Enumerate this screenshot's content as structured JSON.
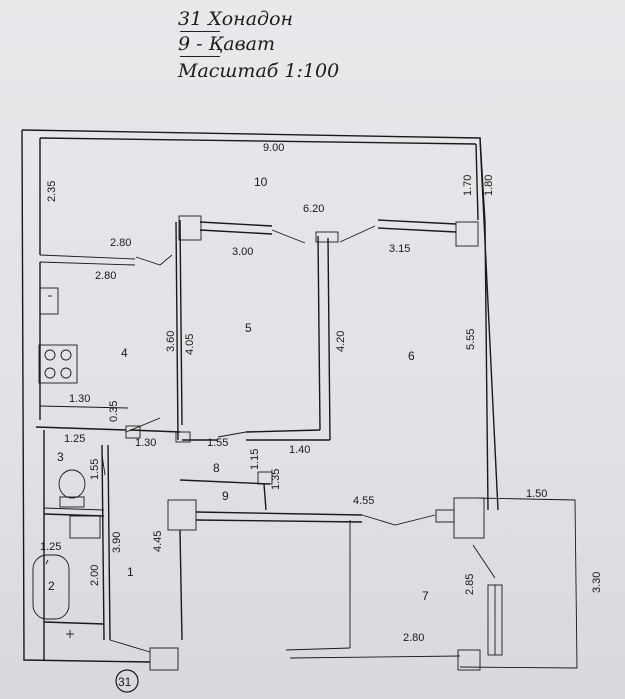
{
  "header": {
    "apartment": "31  Хонадон",
    "floor": "9 -  Қават",
    "scale": "Масштаб 1:100"
  },
  "rooms": {
    "r1": "1",
    "r2": "2",
    "r3": "3",
    "r4": "4",
    "r5": "5",
    "r6": "6",
    "r7": "7",
    "r8": "8",
    "r9": "9",
    "r10": "10"
  },
  "dims": {
    "d900": "9.00",
    "d235": "2.35",
    "d170": "1.70",
    "d180": "1.80",
    "d620": "6.20",
    "d280a": "2.80",
    "d280b": "2.80",
    "d300": "3.00",
    "d315": "3.15",
    "d360": "3.60",
    "d405": "4.05",
    "d420": "4.20",
    "d555": "5.55",
    "d130a": "1.30",
    "d035": "0.35",
    "d125a": "1.25",
    "d130b": "1.30",
    "d155a": "1.55",
    "d140": "1.40",
    "d115": "1.15",
    "d155b": "1.55",
    "d135": "1.35",
    "d455": "4.55",
    "d150": "1.50",
    "d390": "3.90",
    "d445": "4.45",
    "d125b": "1.25",
    "d200": "2.00",
    "d285": "2.85",
    "d330": "3.30",
    "d280c": "2.80"
  },
  "badge": "31"
}
